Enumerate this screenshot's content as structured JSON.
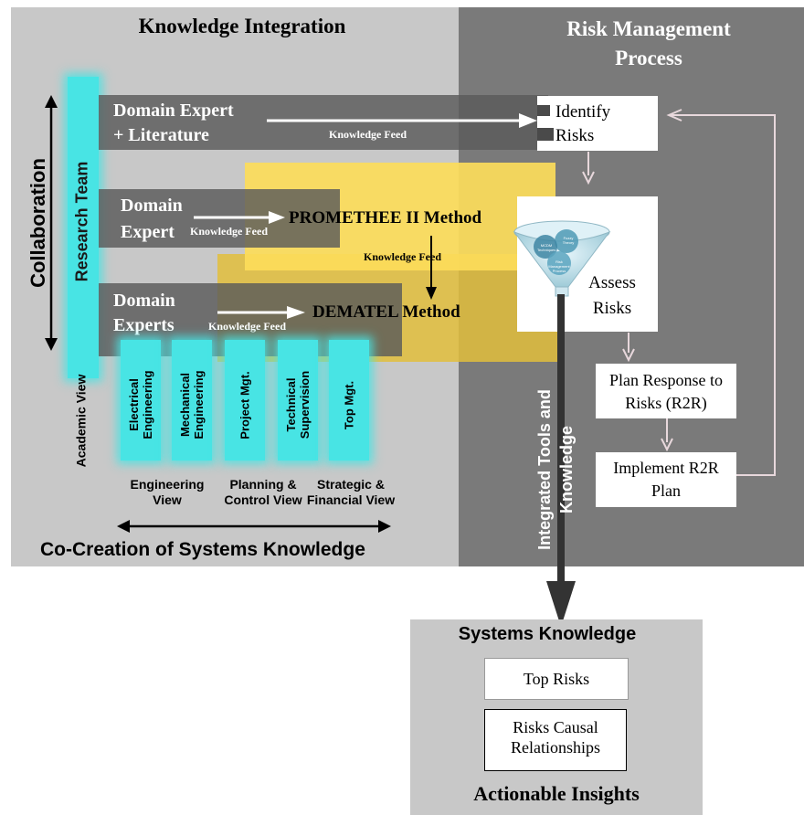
{
  "knowledge_integration": {
    "title": "Knowledge Integration",
    "collaboration": "Collaboration",
    "research_team": "Research Team",
    "academic_view": "Academic View",
    "band1_line1": "Domain Expert",
    "band1_line2": "+ Literature",
    "band2_line1": "Domain",
    "band2_line2": "Expert",
    "band3_line1": "Domain",
    "band3_line2": "Experts",
    "knowledge_feed": "Knowledge Feed",
    "promethee": "PROMETHEE II Method",
    "dematel": "DEMATEL Method",
    "columns": [
      "Electrical Engineering",
      "Mechanical Engineering",
      "Project Mgt.",
      "Technical Supervision",
      "Top Mgt."
    ],
    "views": {
      "engineering": "Engineering View",
      "planning": "Planning & Control View",
      "strategic": "Strategic & Financial View"
    },
    "co_creation": "Co-Creation of Systems Knowledge"
  },
  "risk_management": {
    "title": "Risk Management Process",
    "identify": "Identify Risks",
    "assess": "Assess Risks",
    "plan": "Plan Response to Risks (R2R)",
    "implement": "Implement R2R Plan",
    "integrated": "Integrated Tools and Knowledge",
    "funnel_labels": [
      "Fuzzy Theory",
      "MCDM Techniques",
      "Risk Management Process"
    ]
  },
  "systems_knowledge": {
    "title": "Systems Knowledge",
    "top_risks": "Top Risks",
    "causal": "Risks Causal Relationships",
    "insights": "Actionable Insights"
  },
  "colors": {
    "teal": "#48e4e4",
    "yellow": "#f5d250",
    "dark_panel": "#7a7a7a",
    "light_panel": "#c8c8c8"
  }
}
